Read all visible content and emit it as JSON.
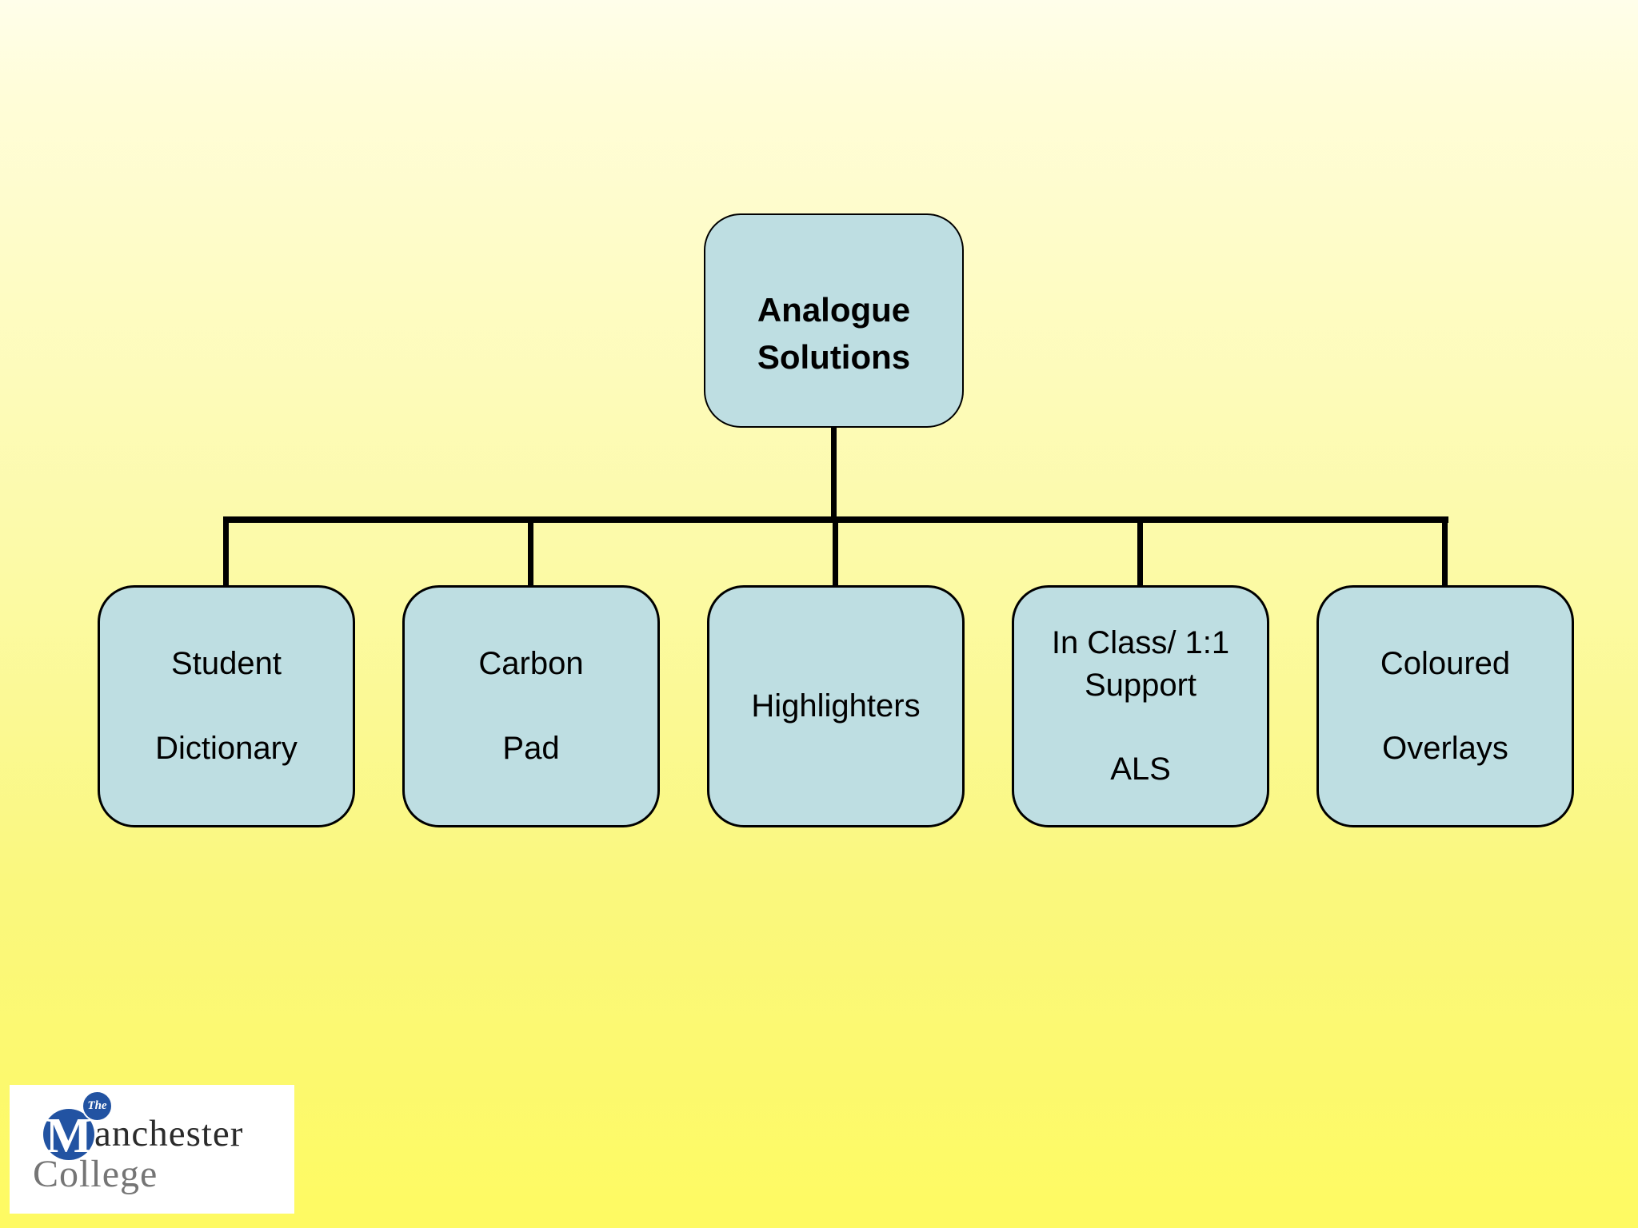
{
  "slide": {
    "background_top_color": "#FFFDD8",
    "background_bottom_color": "#FEFA62"
  },
  "diagram": {
    "type": "hierarchy",
    "node_fill_color": "#BEDEE2",
    "node_border_color": "#000000",
    "connector_color": "#000000",
    "root": {
      "label": "Analogue\nSolutions"
    },
    "children": [
      {
        "label": "Student\n\nDictionary"
      },
      {
        "label": "Carbon\n\nPad"
      },
      {
        "label": "Highlighters"
      },
      {
        "label": "In Class/ 1:1\nSupport\n\nALS"
      },
      {
        "label": "Coloured\n\nOverlays"
      }
    ]
  },
  "logo": {
    "the": "The",
    "m": "M",
    "name_rest": "anchester",
    "college": "College",
    "circle_color": "#2253A2",
    "name_color": "#2B2B2B",
    "college_color": "#757575",
    "background_color": "#FFFFFF"
  }
}
